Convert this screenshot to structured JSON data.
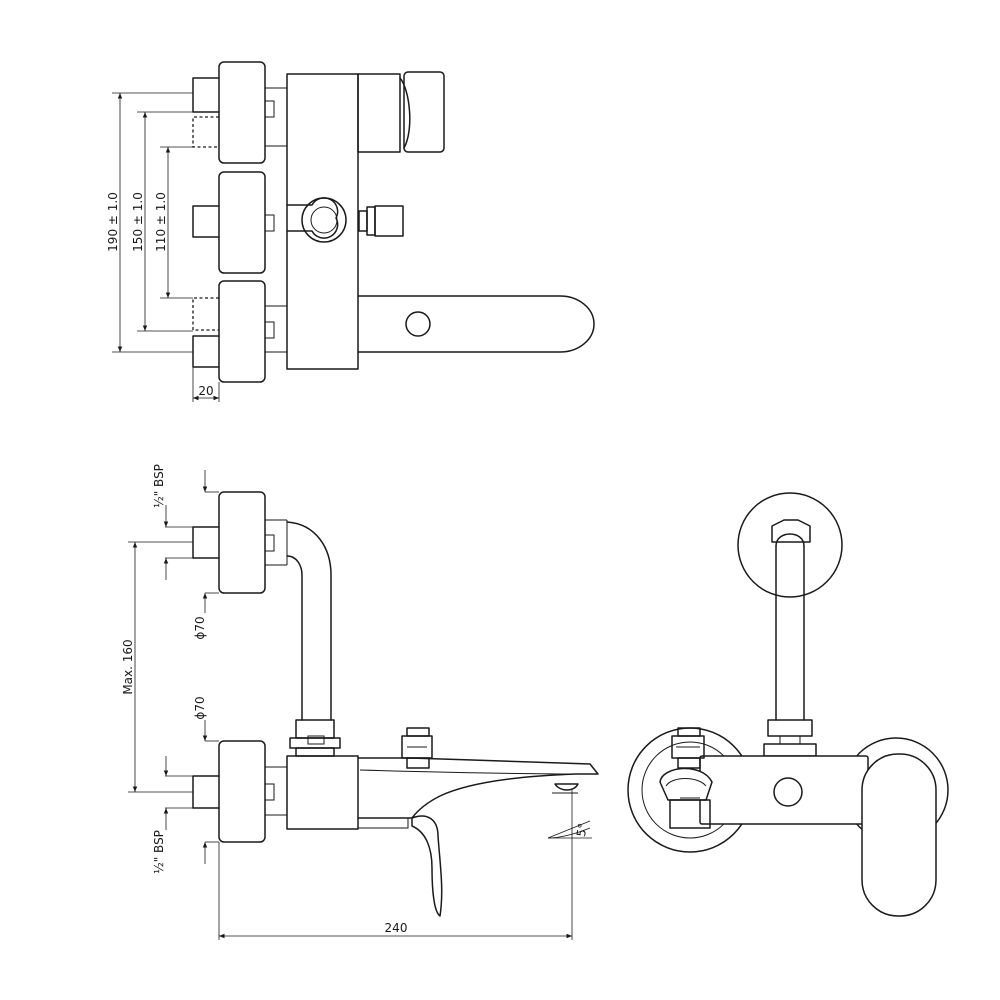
{
  "top_view": {
    "dim_190": "190 ± 1.0",
    "dim_150": "150 ± 1.0",
    "dim_110": "110 ± 1.0",
    "dim_20": "20"
  },
  "side_view": {
    "bsp_top": "½\" BSP",
    "bsp_bottom": "½\" BSP",
    "diameter_top": "ϕ70",
    "diameter_bottom": "ϕ70",
    "max_160": "Max. 160",
    "angle": "5°",
    "dim_240": "240"
  }
}
